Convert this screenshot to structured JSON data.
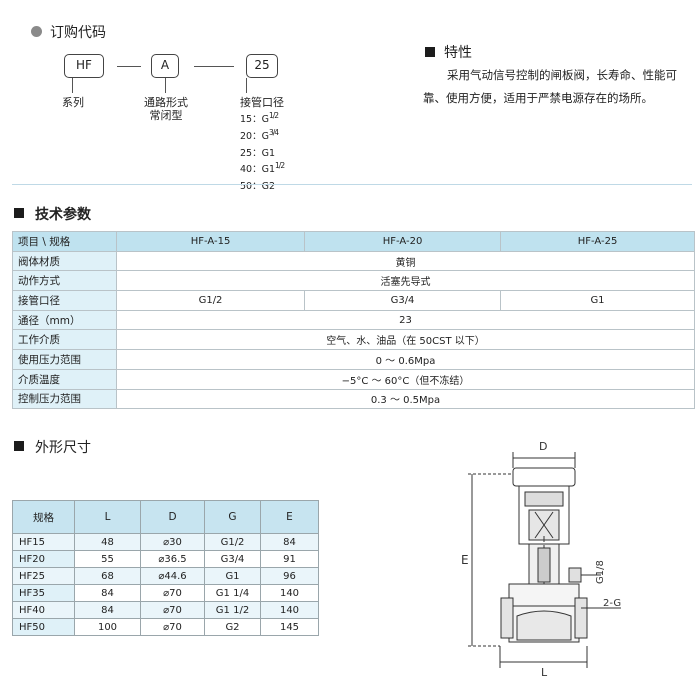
{
  "order_code": {
    "title": "订购代码",
    "boxes": [
      "HF",
      "A",
      "25"
    ],
    "captions": {
      "series": "系列",
      "form_line1": "通路形式",
      "form_line2": "常闭型",
      "port": "接管口径"
    },
    "sizes": [
      {
        "code": "15",
        "g": "G",
        "frac": "1/2"
      },
      {
        "code": "20",
        "g": "G",
        "frac": "3/4"
      },
      {
        "code": "25",
        "g": "G1",
        "frac": ""
      },
      {
        "code": "40",
        "g": "G1",
        "frac": "1/2"
      },
      {
        "code": "50",
        "g": "G2",
        "frac": ""
      }
    ]
  },
  "features": {
    "title": "特性",
    "text": "采用气动信号控制的闸板阀，长寿命、性能可靠、使用方便，适用于严禁电源存在的场所。"
  },
  "tech_params": {
    "title": "技术参数",
    "header": {
      "label": "项目 \\ 规格",
      "cols": [
        "HF-A-15",
        "HF-A-20",
        "HF-A-25"
      ]
    },
    "rows": [
      {
        "label": "阀体材质",
        "value": "黄铜"
      },
      {
        "label": "动作方式",
        "value": "活塞先导式"
      },
      {
        "label": "接管口径",
        "values": [
          "G1/2",
          "G3/4",
          "G1"
        ]
      },
      {
        "label": "通径（mm）",
        "value": "23"
      },
      {
        "label": "工作介质",
        "value": "空气、水、油品（在 50CST 以下）"
      },
      {
        "label": "使用压力范围",
        "value": "0 ～ 0.6Mpa"
      },
      {
        "label": "介质温度",
        "value": "−5°C ～ 60°C（但不冻结）"
      },
      {
        "label": "控制压力范围",
        "value": "0.3 ～ 0.5Mpa"
      }
    ]
  },
  "dimensions": {
    "title": "外形尺寸",
    "headers": [
      "规格",
      "L",
      "D",
      "G",
      "E"
    ],
    "rows": [
      [
        "HF15",
        "48",
        "⌀30",
        "G1/2",
        "84"
      ],
      [
        "HF20",
        "55",
        "⌀36.5",
        "G3/4",
        "91"
      ],
      [
        "HF25",
        "68",
        "⌀44.6",
        "G1",
        "96"
      ],
      [
        "HF35",
        "84",
        "⌀70",
        "G1 1/4",
        "140"
      ],
      [
        "HF40",
        "84",
        "⌀70",
        "G1 1/2",
        "140"
      ],
      [
        "HF50",
        "100",
        "⌀70",
        "G2",
        "145"
      ]
    ]
  },
  "drawing": {
    "label_d": "D",
    "label_e": "E",
    "label_g18": "G1/8",
    "label_2g": "2-G",
    "label_l": "L"
  }
}
